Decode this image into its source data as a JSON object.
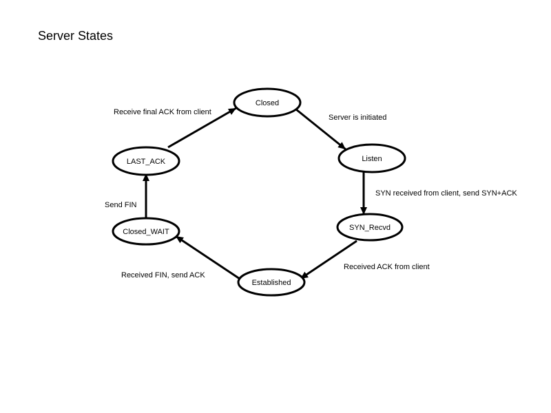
{
  "title": "Server States",
  "colors": {
    "stroke": "#000000",
    "fill": "#ffffff",
    "background": "#ffffff"
  },
  "states": [
    {
      "id": "closed",
      "label": "Closed"
    },
    {
      "id": "listen",
      "label": "Listen"
    },
    {
      "id": "syn_recvd",
      "label": "SYN_Recvd"
    },
    {
      "id": "established",
      "label": "Established"
    },
    {
      "id": "closed_wait",
      "label": "Closed_WAIT"
    },
    {
      "id": "last_ack",
      "label": "LAST_ACK"
    }
  ],
  "transitions": [
    {
      "from": "closed",
      "to": "listen",
      "label": "Server is initiated"
    },
    {
      "from": "listen",
      "to": "syn_recvd",
      "label": "SYN received from client, send SYN+ACK"
    },
    {
      "from": "syn_recvd",
      "to": "established",
      "label": "Received ACK from client"
    },
    {
      "from": "established",
      "to": "closed_wait",
      "label": "Received FIN, send ACK"
    },
    {
      "from": "closed_wait",
      "to": "last_ack",
      "label": "Send FIN"
    },
    {
      "from": "last_ack",
      "to": "closed",
      "label": "Receive final ACK from client"
    }
  ]
}
